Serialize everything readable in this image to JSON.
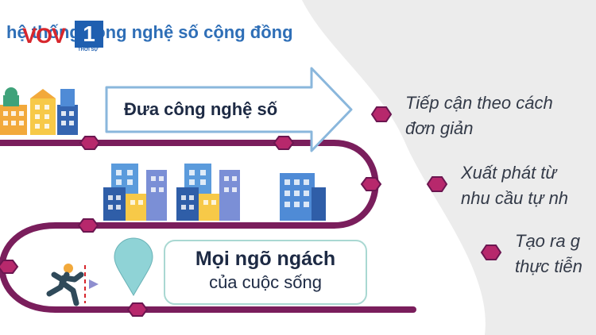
{
  "title": "hệ thống công nghệ số cộng đồng",
  "logo": {
    "brand": "VOV",
    "number": "1",
    "tagline": "THỜI SỰ"
  },
  "road_labels": {
    "top": "Đưa công nghệ số",
    "bottom_line1": "Mọi ngõ ngách",
    "bottom_line2": "của cuộc sống"
  },
  "bullets": [
    {
      "line1": "Tiếp cận theo cách",
      "line2": "đơn giản"
    },
    {
      "line1": "Xuất phát từ",
      "line2": "nhu cầu tự nh"
    },
    {
      "line1": "Tạo ra g",
      "line2": "thực tiễn"
    }
  ],
  "colors": {
    "road": "#7a1e5c",
    "node": "#b7286c",
    "arrow_fill": "#ffffff",
    "arrow_stroke": "#8ab7dc",
    "pin": "#8fd3d6",
    "background_shape": "#ebebeb"
  },
  "icons": [
    "buildings-icon",
    "person-running-icon",
    "location-pin-icon",
    "arrow-icon"
  ]
}
